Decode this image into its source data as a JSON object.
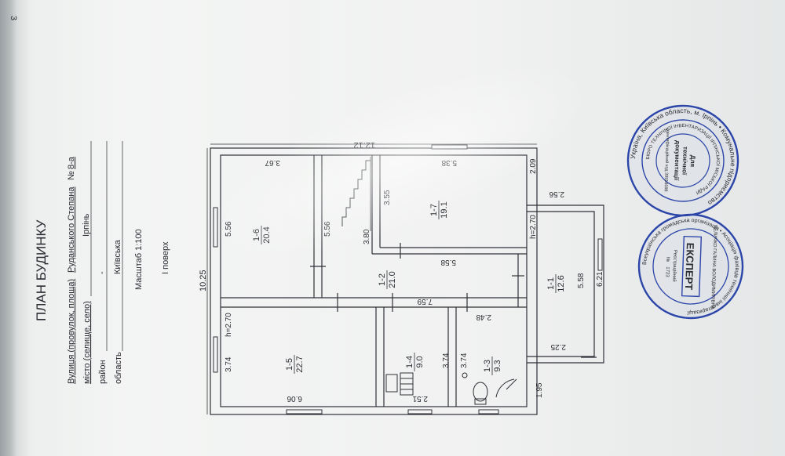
{
  "document": {
    "page_number": "3",
    "title": "ПЛАН БУДИНКУ",
    "address": {
      "street_label": "Вулиця (провулок, площа)",
      "street_value": "Руданського Степана",
      "number_label": "№",
      "number_value": "8-а",
      "city_label": "місто (селище, село)",
      "city_value": "Ірпінь",
      "district_label": "район",
      "district_value": "-",
      "oblast_label": "область",
      "oblast_value": "Київська"
    },
    "scale": "Масштаб 1:100",
    "floor": "І поверх"
  },
  "plan": {
    "overall_width": "12.12",
    "overall_length": "10.25",
    "rooms": [
      {
        "id": "1-1",
        "area": "12.6"
      },
      {
        "id": "1-2",
        "area": "21.0"
      },
      {
        "id": "1-3",
        "area": "9.3"
      },
      {
        "id": "1-4",
        "area": "9.0"
      },
      {
        "id": "1-5",
        "area": "22.7"
      },
      {
        "id": "1-6",
        "area": "20.4"
      },
      {
        "id": "1-7",
        "area": "19.1"
      }
    ],
    "dimensions": [
      "3.67",
      "5.56",
      "5.56",
      "3.80",
      "3.55",
      "5.38",
      "2.09",
      "2.56",
      "h=2.70",
      "5.58",
      "7.59",
      "2.48",
      "5.58",
      "6.21",
      "h=2.70",
      "3.74",
      "3.74",
      "3.74",
      "2.25",
      "6.06",
      "2.51",
      "1.95"
    ]
  },
  "stamps": [
    {
      "outer_ring": "Україна, Київська область, м. Ірпінь • Комунальне підприємство",
      "inner_ring": "БЮРО ТЕХНІЧНОЇ ІНВЕНТАРИЗАЦІЇ ІРПІНСЬКОЇ МІСЬКОЇ РАДИ",
      "center": [
        "Для",
        "технічної",
        "документації"
      ],
      "code": "Ідентифікаційний код 39918598"
    },
    {
      "outer_ring": "Всеукраїнська громадська організація • Асоціація фахівців технічної інвентаризації",
      "center": "ЕКСПЕРТ",
      "registration": [
        "Реєстраційний",
        "№",
        "1723"
      ],
      "name_ring": "ВЕЛИЧКО ГАЛИНА ВОЛОДИМИРІВНА"
    }
  ],
  "colors": {
    "ink": "#2a2c33",
    "stamp": "#2b45a8",
    "paper": "#eef0ef"
  }
}
